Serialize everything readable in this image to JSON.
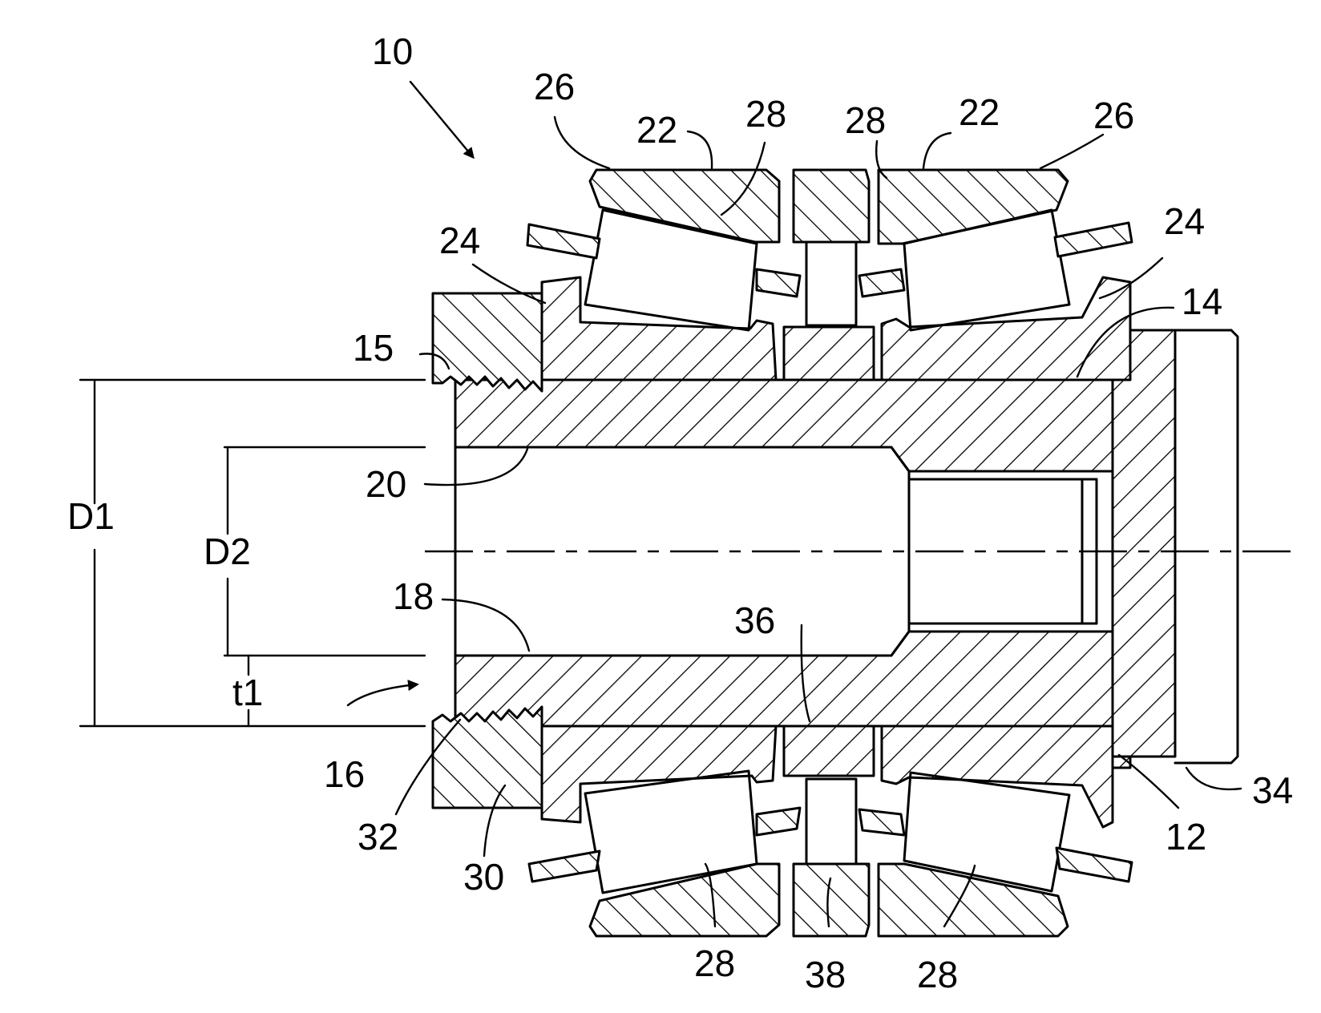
{
  "labels": {
    "l10": "10",
    "l26a": "26",
    "l22a": "22",
    "l28a": "28",
    "l28b": "28",
    "l22b": "22",
    "l26b": "26",
    "l24a": "24",
    "l24b": "24",
    "l15": "15",
    "l14": "14",
    "lD1": "D1",
    "lD2": "D2",
    "l20": "20",
    "l18": "18",
    "l36": "36",
    "lt1": "t1",
    "l16": "16",
    "l32": "32",
    "l30": "30",
    "l28c": "28",
    "l38": "38",
    "l28d": "28",
    "l12": "12",
    "l34": "34"
  }
}
